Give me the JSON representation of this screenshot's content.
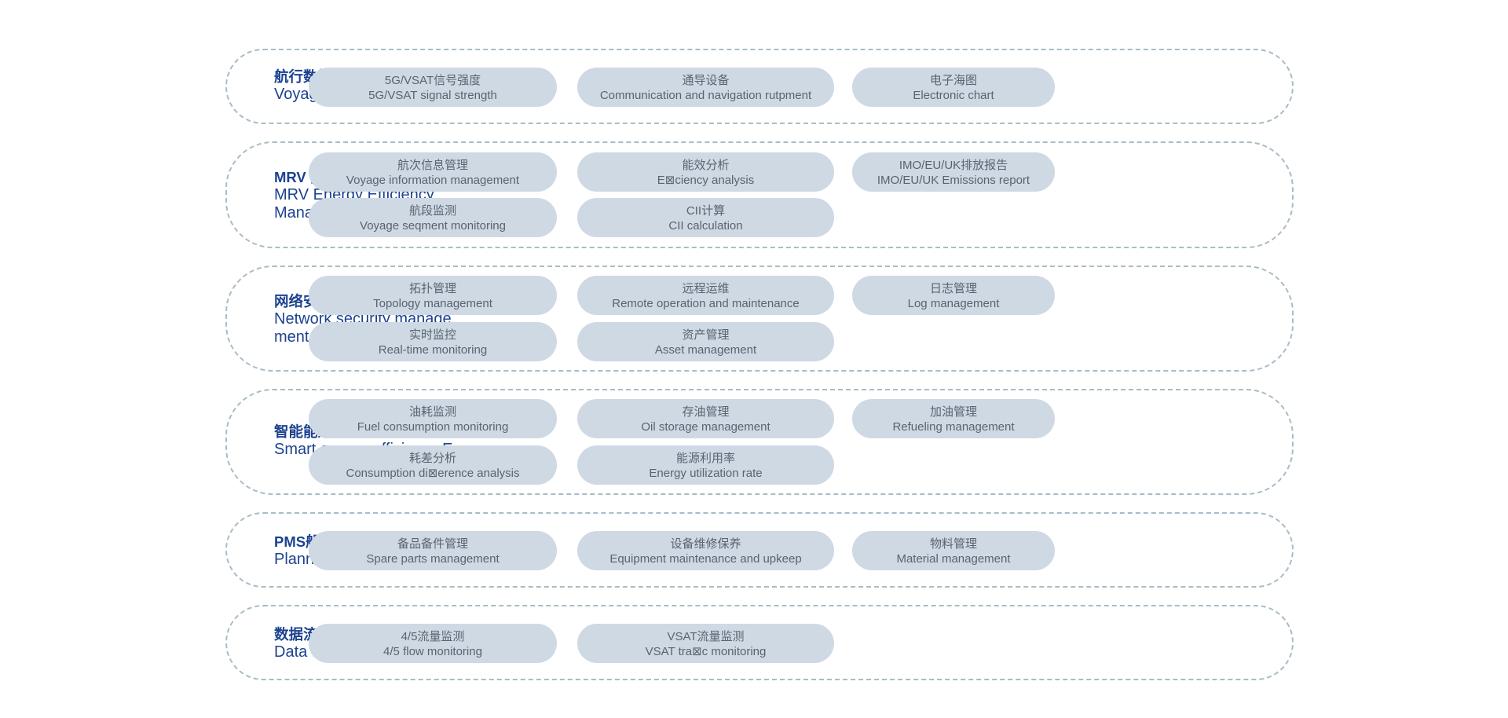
{
  "sections": [
    {
      "title_zh": "航行数据总览",
      "title_en": [
        "Voyage overview"
      ],
      "items": [
        [
          "5G/VSAT信号强度",
          "5G/VSAT signal strength"
        ],
        [
          "通导设备",
          "Communication and navigation rutpment"
        ],
        [
          "电子海图",
          "Electronic chart"
        ]
      ]
    },
    {
      "title_zh": "MRV 能效管理",
      "title_en": [
        "MRV Energy Efficiency",
        "Management System"
      ],
      "items": [
        [
          "航次信息管理",
          "Voyage information management"
        ],
        [
          "能效分析",
          "E⊠ciency analysis"
        ],
        [
          "IMO/EU/UK排放报告",
          "IMO/EU/UK Emissions report"
        ],
        [
          "航段监测",
          "Voyage seqment monitoring"
        ],
        [
          "CII计算",
          "CII calculation"
        ]
      ]
    },
    {
      "title_zh": "网络安全管理平台",
      "title_en": [
        "Network security manage",
        "ment platform"
      ],
      "items": [
        [
          "拓扑管理",
          "Topology management"
        ],
        [
          "远程运维",
          "Remote operation and maintenance"
        ],
        [
          "日志管理",
          "Log management"
        ],
        [
          "实时监控",
          "Real-time monitoring"
        ],
        [
          "资产管理",
          "Asset management"
        ]
      ]
    },
    {
      "title_zh": "智能能效",
      "title_en": [
        "Smart energy efficiency Ex"
      ],
      "items": [
        [
          "油耗监测",
          "Fuel consumption monitoring"
        ],
        [
          "存油管理",
          "Oil storage management"
        ],
        [
          "加油管理",
          "Refueling management"
        ],
        [
          "耗差分析",
          "Consumption di⊠erence analysis"
        ],
        [
          "能源利用率",
          "Energy utilization rate"
        ]
      ]
    },
    {
      "title_zh": "PMS船舶机械计划保养系统",
      "title_en": [
        "Planned Maintenance System"
      ],
      "items": [
        [
          "备品备件管理",
          "Spare parts management"
        ],
        [
          "设备维修保养",
          "Equipment maintenance and upkeep"
        ],
        [
          "物料管理",
          "Material management"
        ]
      ]
    },
    {
      "title_zh": "数据流量监测",
      "title_en": [
        "Data traffic monitoring"
      ],
      "items": [
        [
          "4/5流量监测",
          "4/5 flow monitoring"
        ],
        [
          "VSAT流量监测",
          "VSAT tra⊠c monitoring"
        ]
      ]
    }
  ]
}
